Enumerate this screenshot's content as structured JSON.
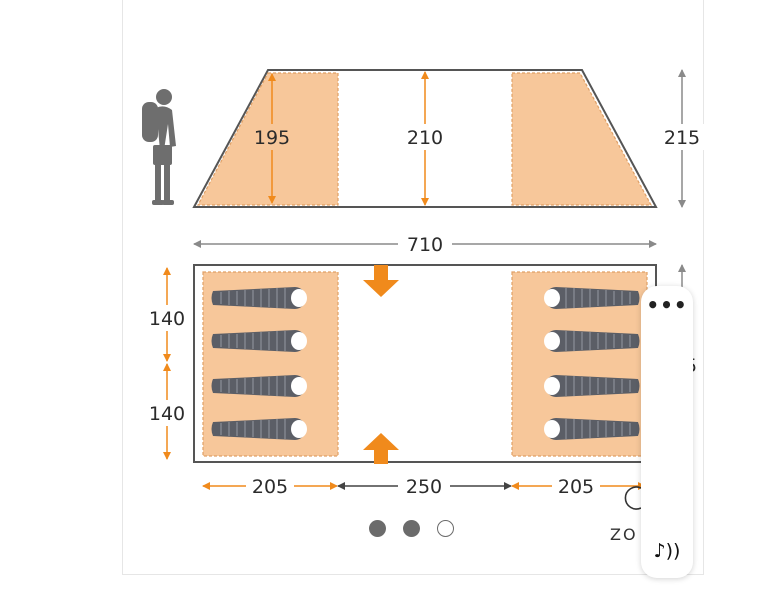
{
  "diagram": {
    "side_view": {
      "left_height": "195",
      "center_height": "210",
      "overall_height": "215"
    },
    "floor_plan": {
      "overall_length": "710",
      "bay_width_top": "140",
      "bay_width_bottom": "140",
      "right_width_partial": "5",
      "left_bedroom_length": "205",
      "living_length": "250",
      "right_bedroom_length": "205"
    },
    "brand_partial": "ZO"
  },
  "carousel": {
    "total": 3,
    "active": 3
  },
  "overlay": {
    "more_label": "•••",
    "sound_icon": "♪))"
  },
  "colors": {
    "bedroom_fill": "#f7c79a",
    "arrow_orange": "#f08a1c",
    "outline": "#555555",
    "sleeping_bag": "#5b5e66",
    "dot_filled": "#6b6b6b"
  }
}
